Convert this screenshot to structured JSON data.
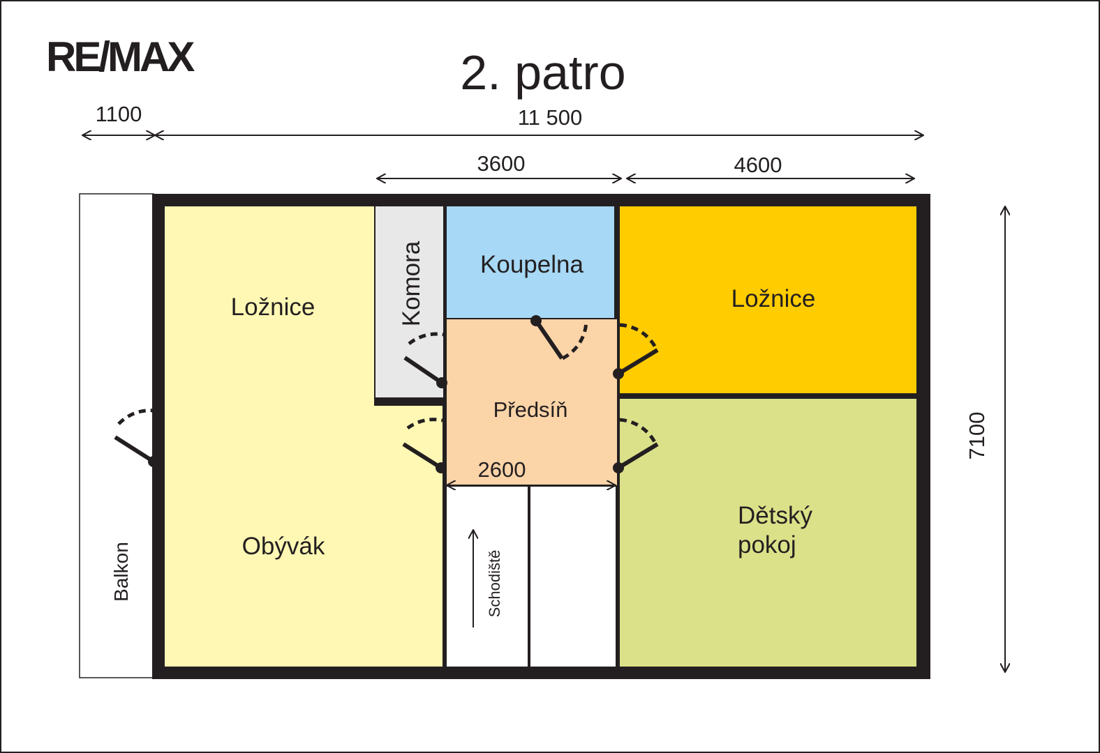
{
  "logo": {
    "text": "RE/MAX"
  },
  "title": "2. patro",
  "dimensions": {
    "balcony_width": "1100",
    "total_width": "11 500",
    "hall_width": "3600",
    "right_width": "4600",
    "stair_width": "2600",
    "total_depth": "7100"
  },
  "rooms": {
    "balcony": "Balkon",
    "bedroom_left_1": "Ložnice",
    "bedroom_left_2": "Obývák",
    "storage": "Komora",
    "bathroom": "Koupelna",
    "hall": "Předsíň",
    "stairs": "Schodiště",
    "bedroom_right": "Ložnice",
    "kids_line1": "Dětský",
    "kids_line2": "pokoj"
  },
  "colors": {
    "living": "#fff8b4",
    "storage": "#e8e8e8",
    "bathroom": "#a7d8f5",
    "hall": "#fbd4a8",
    "bedroom": "#ffcc00",
    "kids": "#dbe189",
    "wall": "#231f20"
  }
}
